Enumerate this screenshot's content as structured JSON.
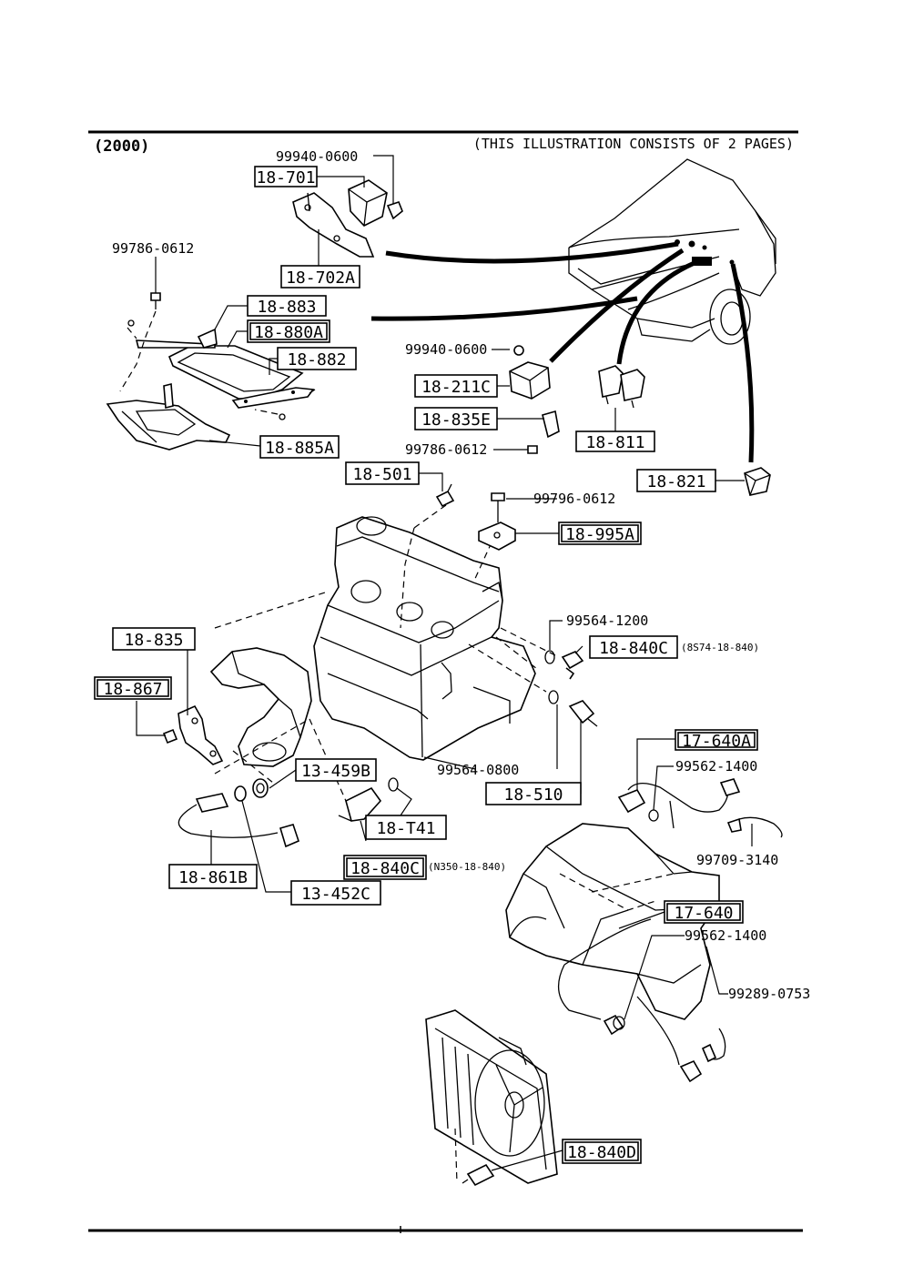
{
  "header": {
    "model": "(2000)",
    "note": "(THIS ILLUSTRATION CONSISTS OF  2 PAGES)"
  },
  "callouts": {
    "b_18_701": "18-701",
    "b_18_702a": "18-702A",
    "b_18_883": "18-883",
    "b_18_880a": "18-880A",
    "b_18_882": "18-882",
    "b_18_885a": "18-885A",
    "b_18_211c": "18-211C",
    "b_18_835e": "18-835E",
    "b_18_811": "18-811",
    "b_18_821": "18-821",
    "b_18_501": "18-501",
    "b_18_995a": "18-995A",
    "b_18_840c_upper": "18-840C",
    "b_18_835": "18-835",
    "b_18_867": "18-867",
    "b_13_459b": "13-459B",
    "b_18_510": "18-510",
    "b_17_640a": "17-640A",
    "b_18_t41": "18-T41",
    "b_18_840c_lower": "18-840C",
    "b_18_861b": "18-861B",
    "b_13_452c": "13-452C",
    "b_17_640": "17-640",
    "b_18_840d": "18-840D"
  },
  "part_numbers": {
    "pn_99940_top": "99940-0600",
    "pn_99786_top": "99786-0612",
    "pn_99940_mid": "99940-0600",
    "pn_99786_mid": "99786-0612",
    "pn_99796": "99796-0612",
    "pn_99564_1200": "99564-1200",
    "pn_99564_0800": "99564-0800",
    "pn_99562_upper": "99562-1400",
    "pn_99709": "99709-3140",
    "pn_99562_lower": "99562-1400",
    "pn_99289": "99289-0753"
  },
  "notes": {
    "upper_840_ref": "(8S74-18-840)",
    "lower_840_ref": "(N350-18-840)"
  }
}
